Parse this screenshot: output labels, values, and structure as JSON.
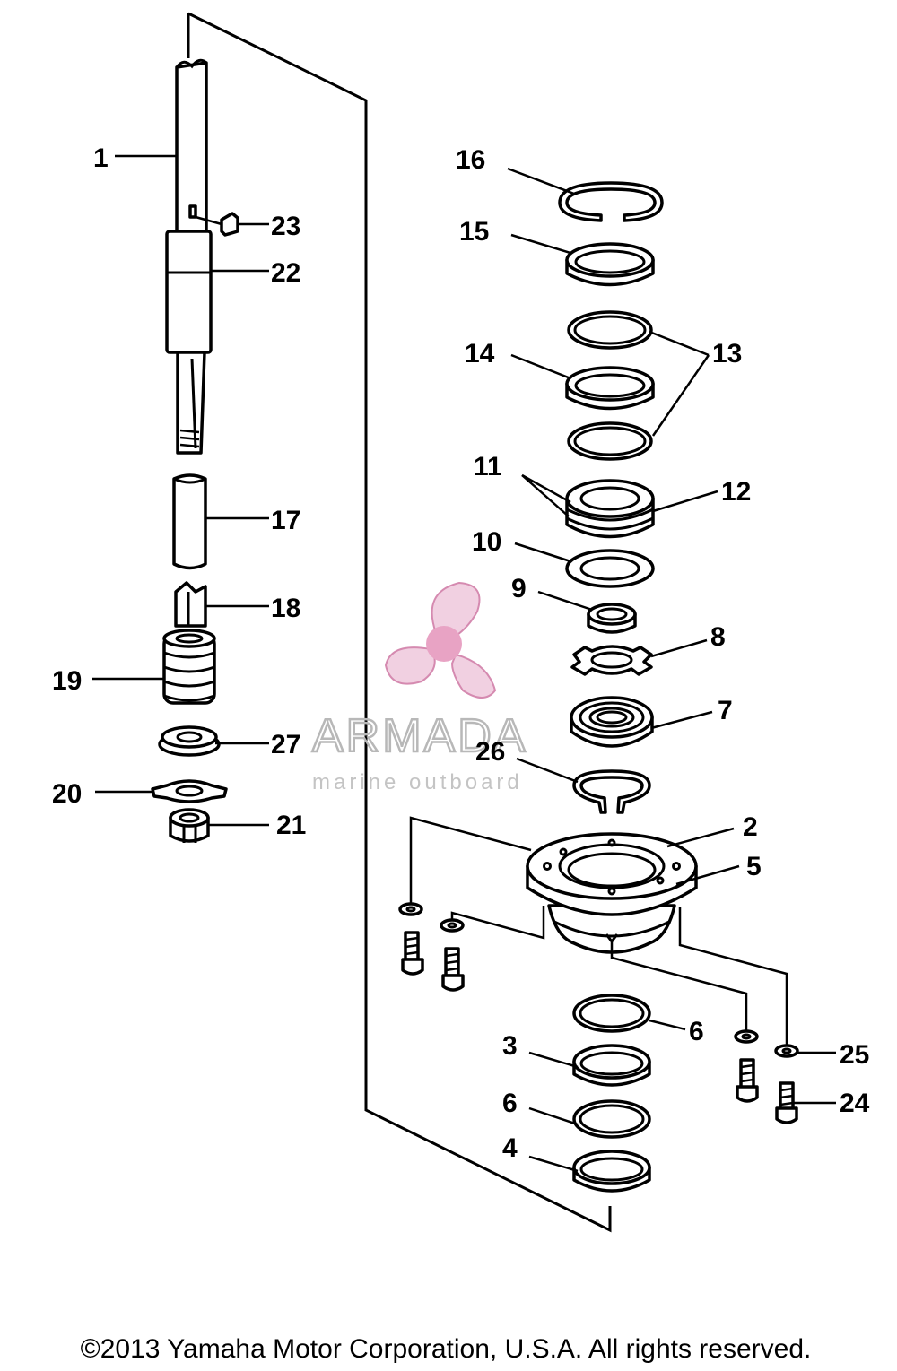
{
  "labels": {
    "l1": "1",
    "l2": "2",
    "l3": "3",
    "l4": "4",
    "l5": "5",
    "l6a": "6",
    "l6b": "6",
    "l7": "7",
    "l8": "8",
    "l9": "9",
    "l10": "10",
    "l11": "11",
    "l12": "12",
    "l13": "13",
    "l14": "14",
    "l15": "15",
    "l16": "16",
    "l17": "17",
    "l18": "18",
    "l19": "19",
    "l20": "20",
    "l21": "21",
    "l22": "22",
    "l23": "23",
    "l24": "24",
    "l25": "25",
    "l26": "26",
    "l27": "27"
  },
  "watermark": {
    "title": "ARMADA",
    "subtitle": "marine outboard",
    "colors": {
      "logo": "#e6a9c8",
      "logo_center": "#e8a3c4",
      "text": "#b8b8b8"
    }
  },
  "copyright": "©2013 Yamaha Motor Corporation, U.S.A. All rights reserved."
}
